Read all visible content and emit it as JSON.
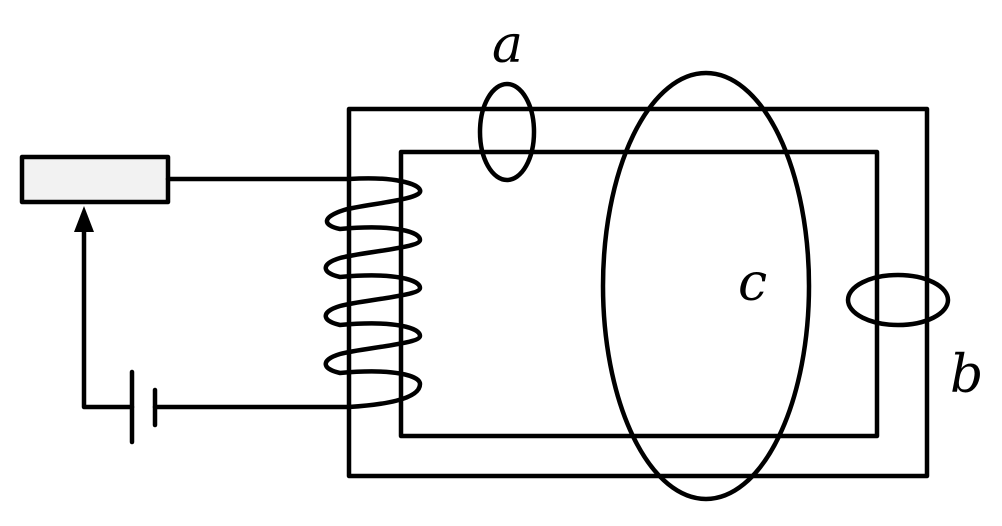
{
  "labels": {
    "a": "a",
    "b": "b",
    "c": "c"
  },
  "colors": {
    "stroke": "#000000",
    "rheostat_fill": "#f2f2f2",
    "background": "#ffffff"
  }
}
